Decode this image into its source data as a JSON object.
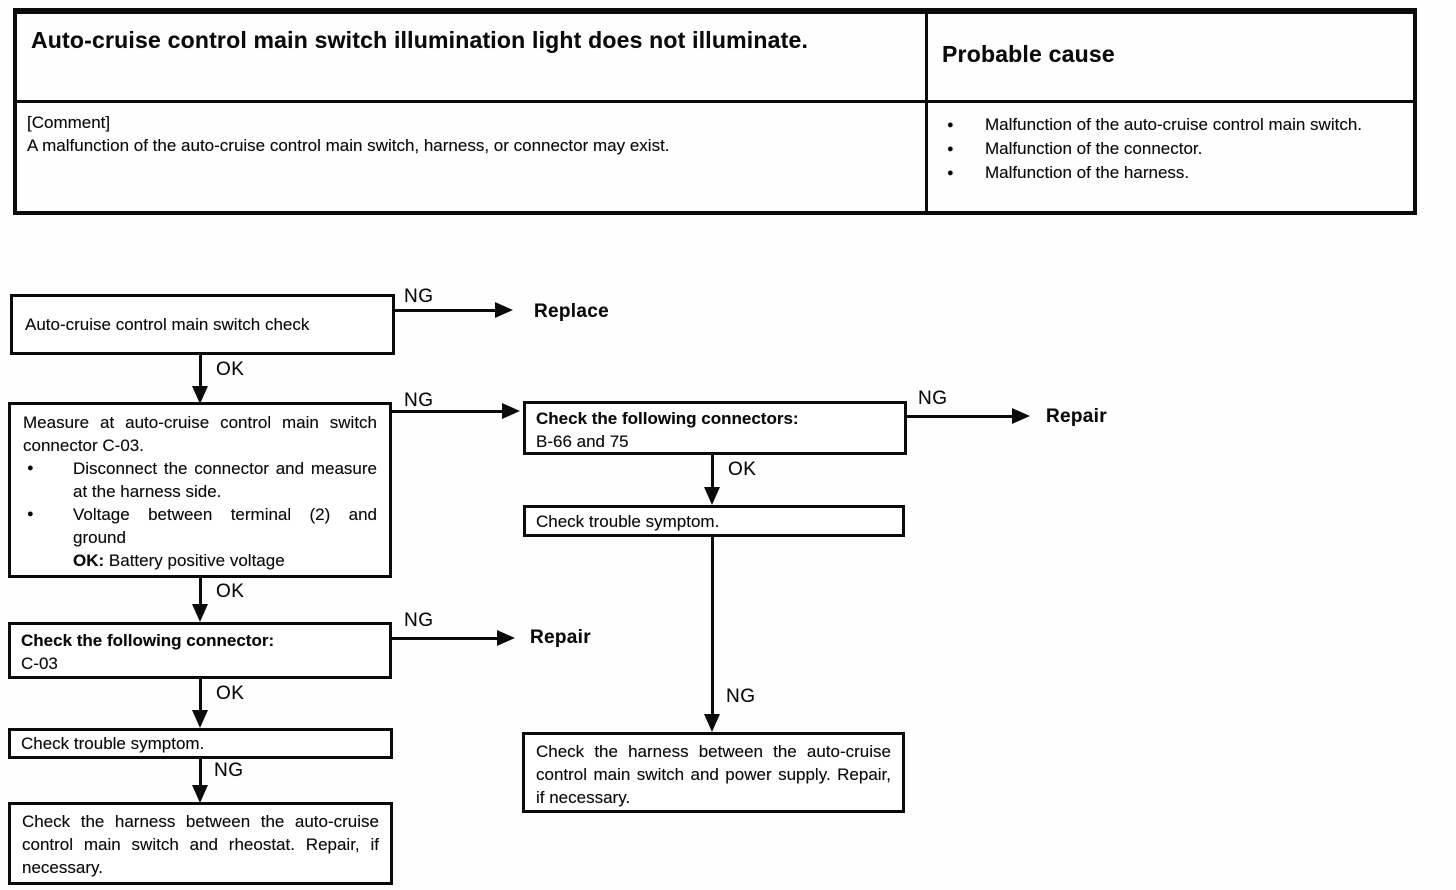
{
  "glyphs": {
    "bullet": "●"
  },
  "header": {
    "problem": "Auto-cruise control main switch illumination light does not illuminate.",
    "probable_cause": "Probable cause"
  },
  "comment": {
    "label": "[Comment]",
    "text": "A malfunction of the auto-cruise control main switch, harness, or connector may exist."
  },
  "causes": [
    "Malfunction of the auto-cruise control main switch.",
    "Malfunction of the connector.",
    "Malfunction of the harness."
  ],
  "labels": {
    "ng": "NG",
    "ok": "OK"
  },
  "actions": {
    "replace": "Replace",
    "repair": "Repair"
  },
  "boxes": {
    "switch_check": "Auto-cruise control main switch check",
    "measure_intro": "Measure at auto-cruise control main switch connector C-03.",
    "measure_bullet_1": "Disconnect the connector and measure at the harness side.",
    "measure_bullet_2": "Voltage between terminal (2) and ground",
    "measure_ok_label": "OK:",
    "measure_ok_value": "Battery positive voltage",
    "check_connectors_title": "Check the following connectors:",
    "check_connectors_value": "B-66 and 75",
    "check_trouble_right": "Check trouble symptom.",
    "harness_power": "Check the harness between the auto-cruise control main switch and power supply. Repair, if necessary.",
    "check_connector_title": "Check the following connector:",
    "check_connector_value": "C-03",
    "check_trouble_left": "Check trouble symptom.",
    "harness_rheostat": "Check the harness between the auto-cruise control main switch and rheostat. Repair, if necessary."
  }
}
